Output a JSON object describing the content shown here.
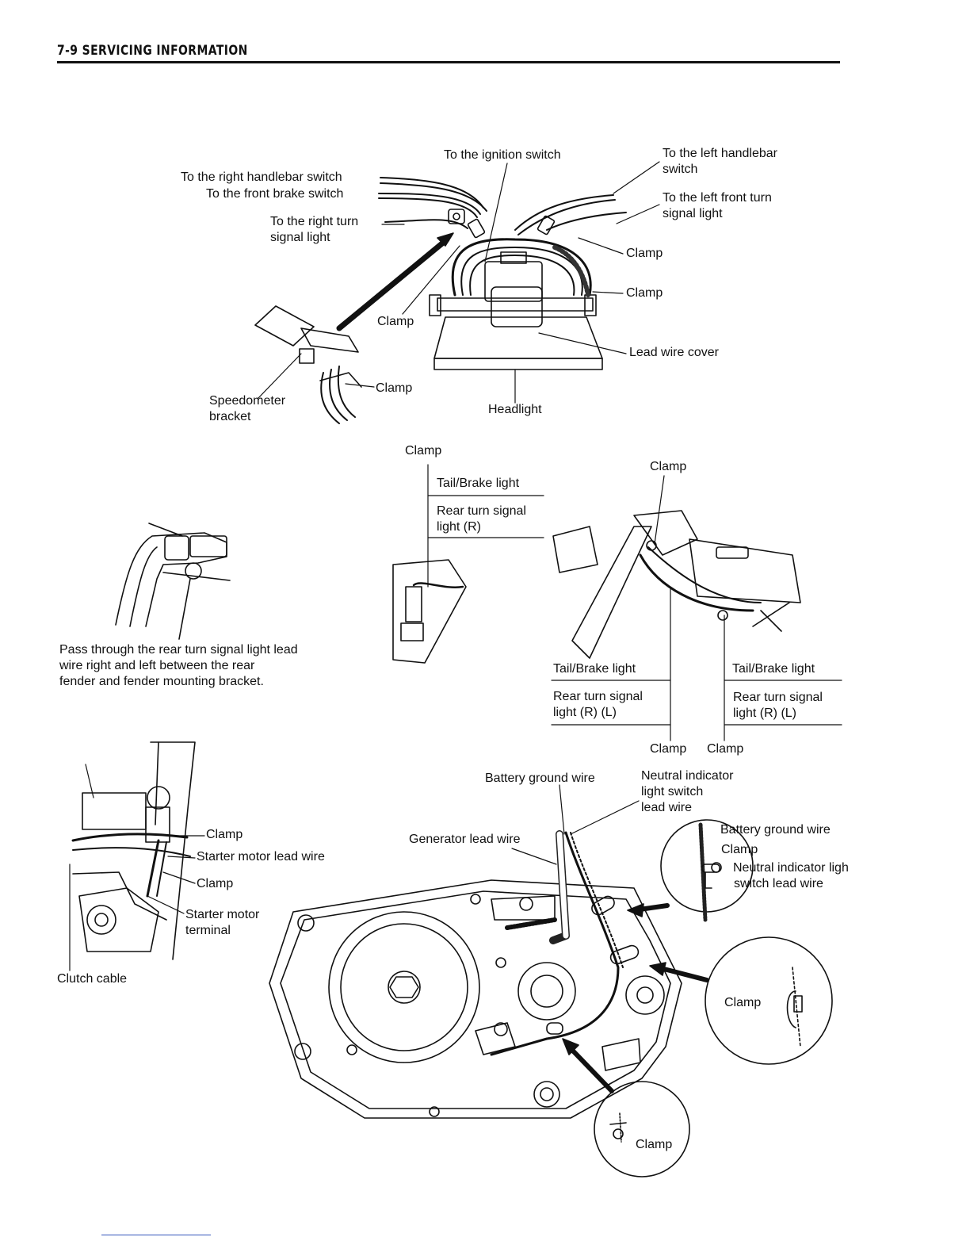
{
  "header": {
    "title": "7-9 SERVICING INFORMATION"
  },
  "headlight_figure": {
    "labels": {
      "ignition": "To the ignition switch",
      "left_handlebar_1": "To the left handlebar",
      "left_handlebar_2": "switch",
      "right_handlebar": "To the right handlebar switch",
      "front_brake": "To the front brake switch",
      "left_front_turn_1": "To the left front turn",
      "left_front_turn_2": "signal light",
      "right_turn_1": "To the right turn",
      "right_turn_2": "signal light",
      "clamp_a": "Clamp",
      "clamp_b": "Clamp",
      "clamp_c": "Clamp",
      "clamp_d": "Clamp",
      "lead_wire_cover": "Lead wire cover",
      "speedometer_1": "Speedometer",
      "speedometer_2": "bracket",
      "headlight": "Headlight"
    }
  },
  "rear_fender_figure": {
    "note_1": "Pass through the rear turn signal light lead",
    "note_2": "wire right and left between the rear",
    "note_3": "fender and fender mounting bracket.",
    "labels": {
      "clamp_top": "Clamp",
      "tail_brake": "Tail/Brake light",
      "rear_turn_1": "Rear turn signal",
      "rear_turn_2": "light (R)"
    }
  },
  "rear_frame_figure": {
    "labels": {
      "clamp_top": "Clamp",
      "tail_brake_left": "Tail/Brake light",
      "rear_turn_left_1": "Rear turn signal",
      "rear_turn_left_2": "light (R) (L)",
      "tail_brake_right": "Tail/Brake light",
      "rear_turn_right_1": "Rear turn signal",
      "rear_turn_right_2": "light (R) (L)",
      "clamp_bottom_left": "Clamp",
      "clamp_bottom_right": "Clamp"
    }
  },
  "engine_figure": {
    "labels": {
      "clamp_1": "Clamp",
      "starter_lead": "Starter motor lead wire",
      "clamp_2": "Clamp",
      "starter_terminal_1": "Starter motor",
      "starter_terminal_2": "terminal",
      "clutch_cable": "Clutch cable",
      "battery_ground": "Battery ground wire",
      "neutral_1": "Neutral indicator",
      "neutral_2": "light switch",
      "neutral_3": "lead wire",
      "generator_lead": "Generator lead wire",
      "detail_battery_ground": "Battery ground wire",
      "detail_clamp": "Clamp",
      "detail_neutral_1": "Neutral indicator ligh",
      "detail_neutral_2": "switch lead wire",
      "detail_clamp_2": "Clamp",
      "detail_clamp_3": "Clamp"
    }
  }
}
